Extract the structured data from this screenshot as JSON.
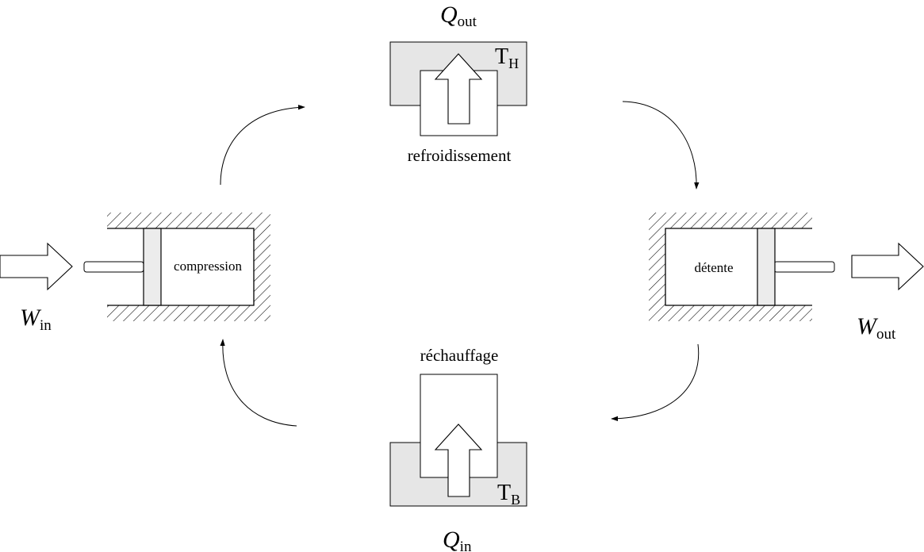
{
  "heat_out": {
    "symbol": "Q",
    "subscript": "out"
  },
  "heat_in": {
    "symbol": "Q",
    "subscript": "in"
  },
  "work_in": {
    "symbol": "W",
    "subscript": "in"
  },
  "work_out": {
    "symbol": "W",
    "subscript": "out"
  },
  "hot_reservoir": {
    "symbol": "T",
    "subscript": "H"
  },
  "cold_reservoir": {
    "symbol": "T",
    "subscript": "B"
  },
  "steps": {
    "cooling": "refroidissement",
    "heating": "réchauffage",
    "compression": "compression",
    "expansion": "détente"
  },
  "colors": {
    "reservoir_fill": "#e6e6e6",
    "stroke": "#000000"
  }
}
